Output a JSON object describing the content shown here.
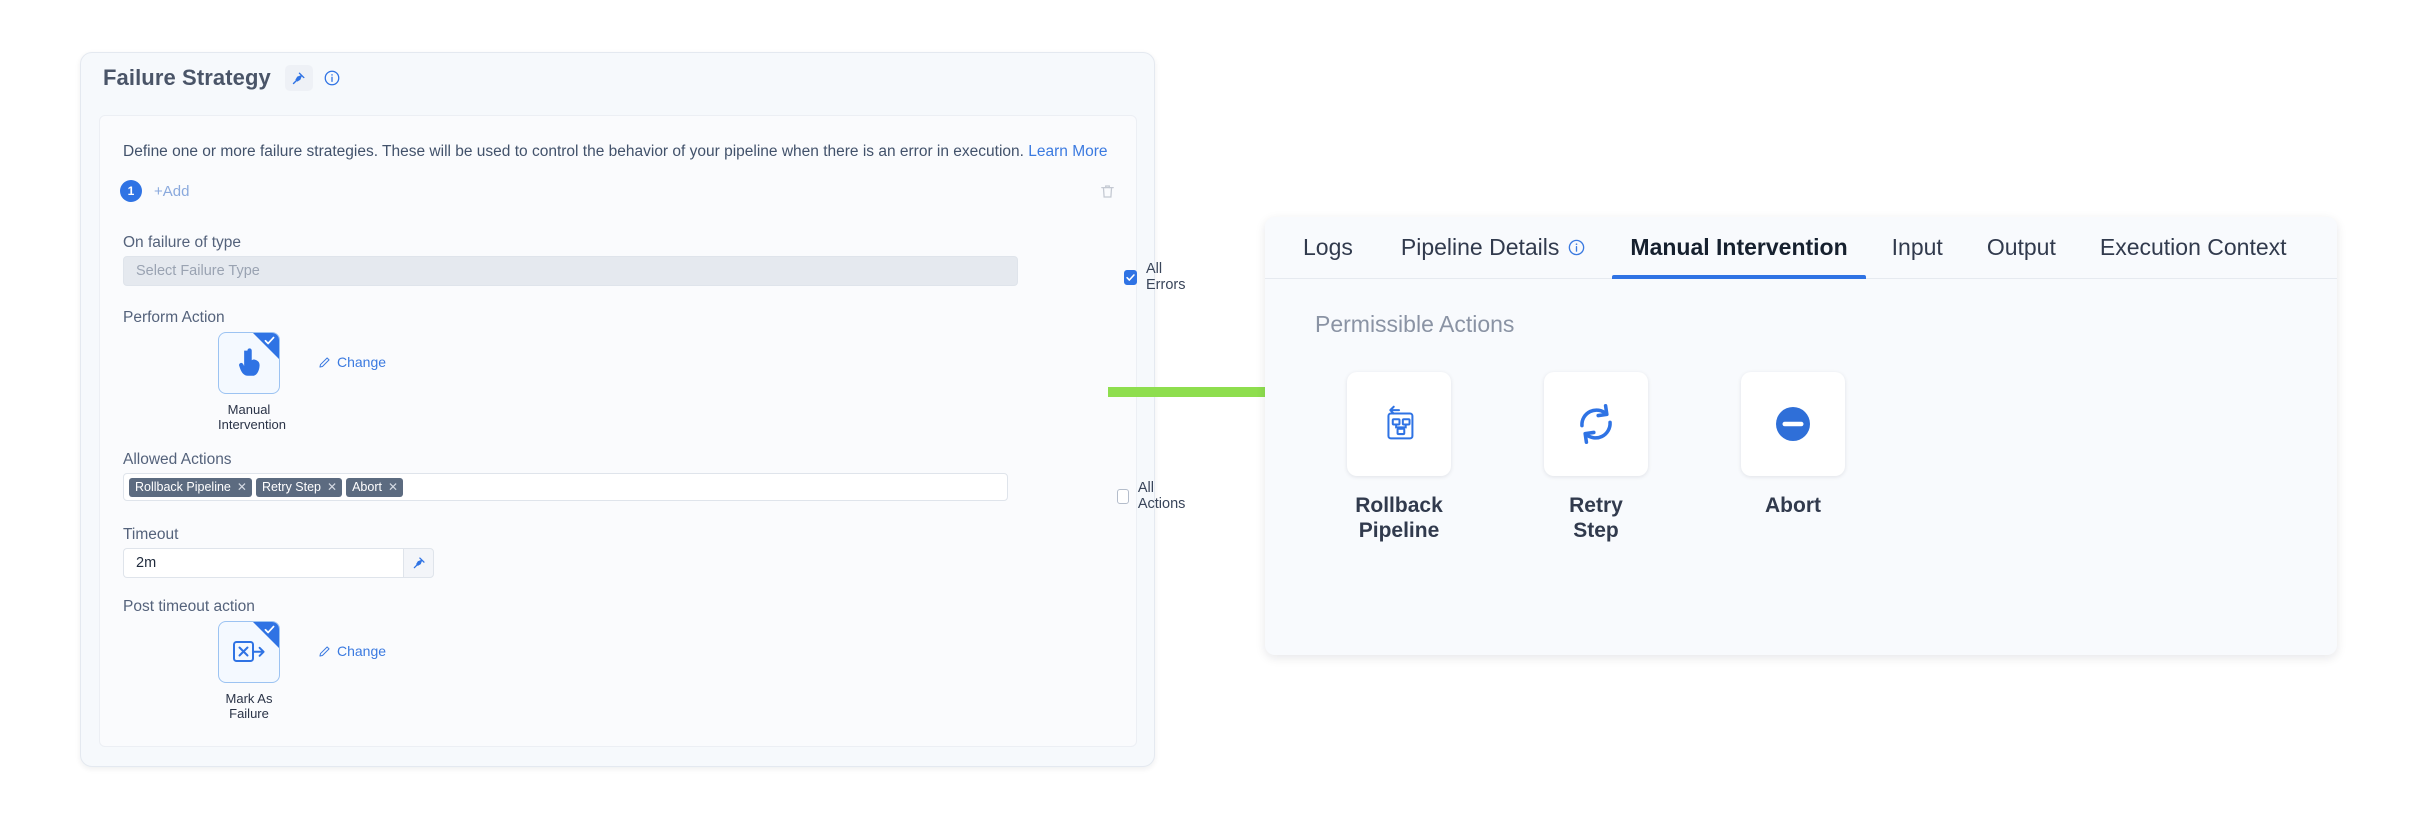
{
  "left_panel": {
    "title": "Failure Strategy",
    "pin_icon": "pin-icon",
    "info_icon": "info-circle-icon",
    "description": "Define one or more failure strategies. These will be used to control the behavior of your pipeline when there is an error in execution.",
    "learn_more": "Learn More",
    "strategy_index": "1",
    "add_label": "+Add",
    "delete_icon": "trash-icon",
    "on_failure_label": "On failure of type",
    "failure_type_placeholder": "Select Failure Type",
    "all_errors_label": "All Errors",
    "all_errors_checked": true,
    "perform_action_label": "Perform Action",
    "perform_action_tile": {
      "caption_line1": "Manual",
      "caption_line2": "Intervention",
      "icon": "pointing-hand-icon",
      "selected": true,
      "change_label": "Change"
    },
    "allowed_actions_label": "Allowed Actions",
    "allowed_action_tags": [
      "Rollback Pipeline",
      "Retry Step",
      "Abort"
    ],
    "all_actions_label": "All Actions",
    "all_actions_checked": false,
    "timeout_label": "Timeout",
    "timeout_value": "2m",
    "timeout_pin_icon": "pin-icon",
    "post_timeout_label": "Post timeout action",
    "post_timeout_tile": {
      "caption_line1": "Mark As",
      "caption_line2": "Failure",
      "icon": "mark-as-failure-icon",
      "selected": true,
      "change_label": "Change"
    }
  },
  "annotation": {
    "arrow_icon": "green-right-arrow",
    "arrow_color": "#8ede4e"
  },
  "right_panel": {
    "tabs": [
      {
        "label": "Logs",
        "active": false,
        "icon": null
      },
      {
        "label": "Pipeline Details",
        "active": false,
        "icon": "info-circle-icon"
      },
      {
        "label": "Manual Intervention",
        "active": true,
        "icon": null
      },
      {
        "label": "Input",
        "active": false,
        "icon": null
      },
      {
        "label": "Output",
        "active": false,
        "icon": null
      },
      {
        "label": "Execution Context",
        "active": false,
        "icon": null
      }
    ],
    "section_title": "Permissible Actions",
    "actions": [
      {
        "label_line1": "Rollback",
        "label_line2": "Pipeline",
        "icon": "rollback-pipeline-icon"
      },
      {
        "label_line1": "Retry Step",
        "label_line2": "",
        "icon": "retry-refresh-icon"
      },
      {
        "label_line1": "Abort",
        "label_line2": "",
        "icon": "abort-minus-circle-icon"
      }
    ]
  },
  "colors": {
    "accent_blue": "#2f73e4",
    "link_blue": "#3b7ae0",
    "tag_gray": "#5c6b80",
    "arrow_green": "#8ede4e"
  }
}
